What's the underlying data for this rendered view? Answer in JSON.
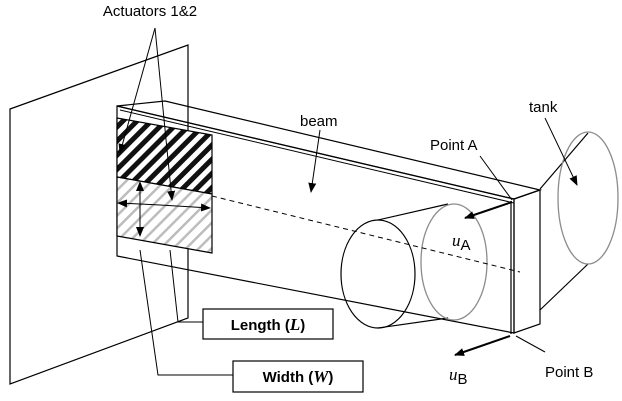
{
  "labels": {
    "actuators": "Actuators 1&2",
    "beam": "beam",
    "tank": "tank",
    "point_a": "Point A",
    "point_b": "Point B",
    "u_a_sym": "u",
    "u_a_sub": "A",
    "u_b_sym": "u",
    "u_b_sub": "B",
    "length_word": "Length (",
    "length_sym": "L",
    "length_close": ")",
    "width_word": "Width (",
    "width_sym": "W",
    "width_close": ")"
  }
}
